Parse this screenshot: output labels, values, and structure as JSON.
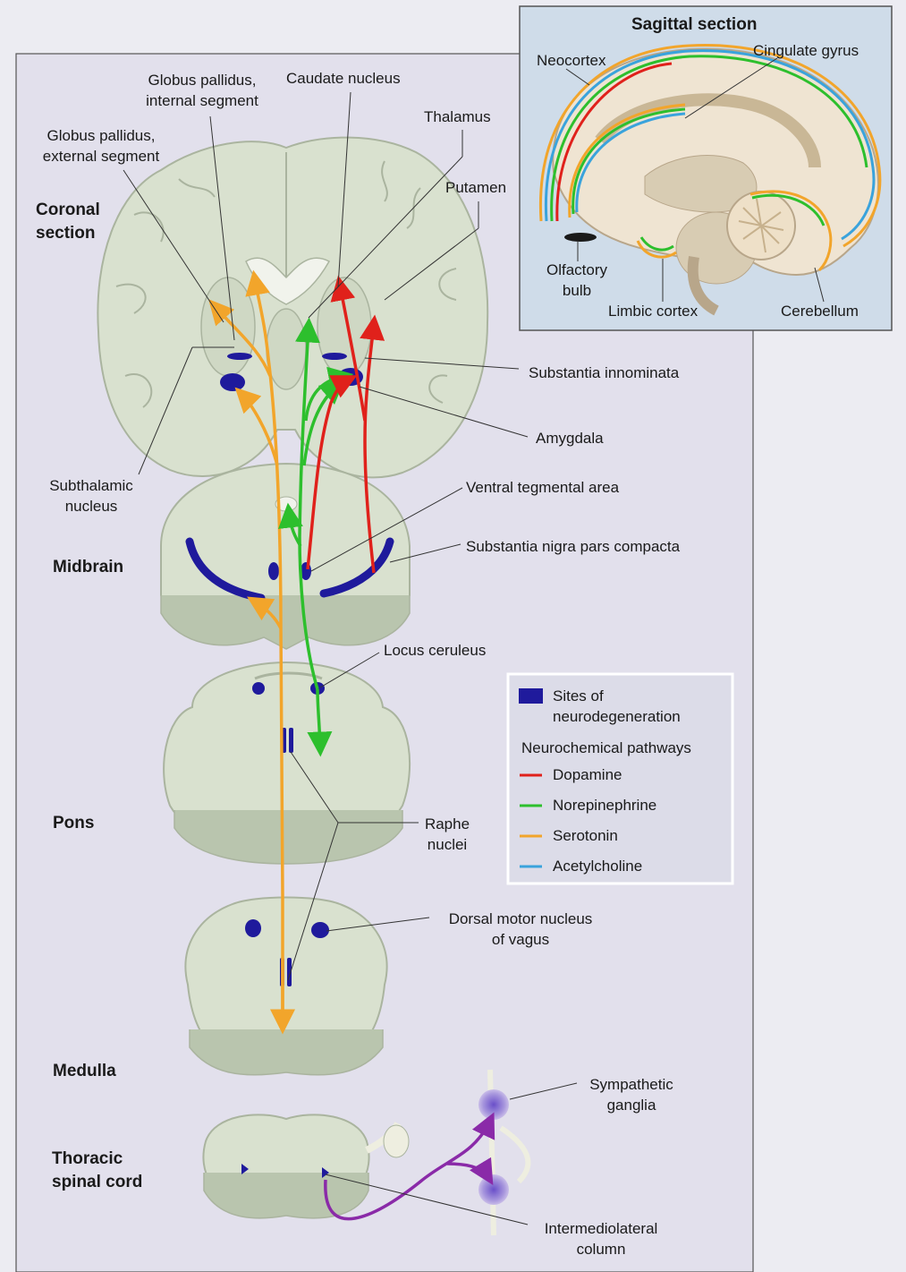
{
  "inset": {
    "title": "Sagittal section",
    "labels": {
      "neocortex": "Neocortex",
      "cingulate_gyrus": "Cingulate gyrus",
      "olfactory_bulb_1": "Olfactory",
      "olfactory_bulb_2": "bulb",
      "limbic_cortex": "Limbic cortex",
      "cerebellum": "Cerebellum"
    }
  },
  "sections": {
    "coronal_1": "Coronal",
    "coronal_2": "section",
    "midbrain": "Midbrain",
    "pons": "Pons",
    "medulla": "Medulla",
    "thoracic_1": "Thoracic",
    "thoracic_2": "spinal cord"
  },
  "labels": {
    "gp_internal_1": "Globus pallidus,",
    "gp_internal_2": "internal segment",
    "caudate": "Caudate nucleus",
    "gp_external_1": "Globus pallidus,",
    "gp_external_2": "external segment",
    "thalamus": "Thalamus",
    "putamen": "Putamen",
    "substantia_innominata": "Substantia innominata",
    "amygdala": "Amygdala",
    "subthalamic_1": "Subthalamic",
    "subthalamic_2": "nucleus",
    "vta": "Ventral tegmental area",
    "snpc": "Substantia nigra pars compacta",
    "locus_ceruleus": "Locus ceruleus",
    "raphe_1": "Raphe",
    "raphe_2": "nuclei",
    "dorsal_motor_1": "Dorsal motor nucleus",
    "dorsal_motor_2": "of vagus",
    "sympathetic_1": "Sympathetic",
    "sympathetic_2": "ganglia",
    "intermediolateral_1": "Intermediolateral",
    "intermediolateral_2": "column"
  },
  "legend": {
    "sites_1": "Sites of",
    "sites_2": "neurodegeneration",
    "pathways_heading": "Neurochemical pathways",
    "items": [
      {
        "label": "Dopamine",
        "color": "#e0211b"
      },
      {
        "label": "Norepinephrine",
        "color": "#2dbf2d"
      },
      {
        "label": "Serotonin",
        "color": "#f2a52b"
      },
      {
        "label": "Acetylcholine",
        "color": "#3aa3dc"
      }
    ],
    "sites_color": "#1f1a9c"
  },
  "colors": {
    "dopamine": "#e0211b",
    "norepinephrine": "#2dbf2d",
    "serotonin": "#f2a52b",
    "acetylcholine": "#3aa3dc",
    "degeneration": "#1f1a9c",
    "sympathetic": "#8a2aa8",
    "tissue": "#d9e1cf",
    "tissue_dark": "#b9c5ae",
    "panel_bg": "#e2e0ec",
    "inset_bg": "#cfdce9"
  }
}
